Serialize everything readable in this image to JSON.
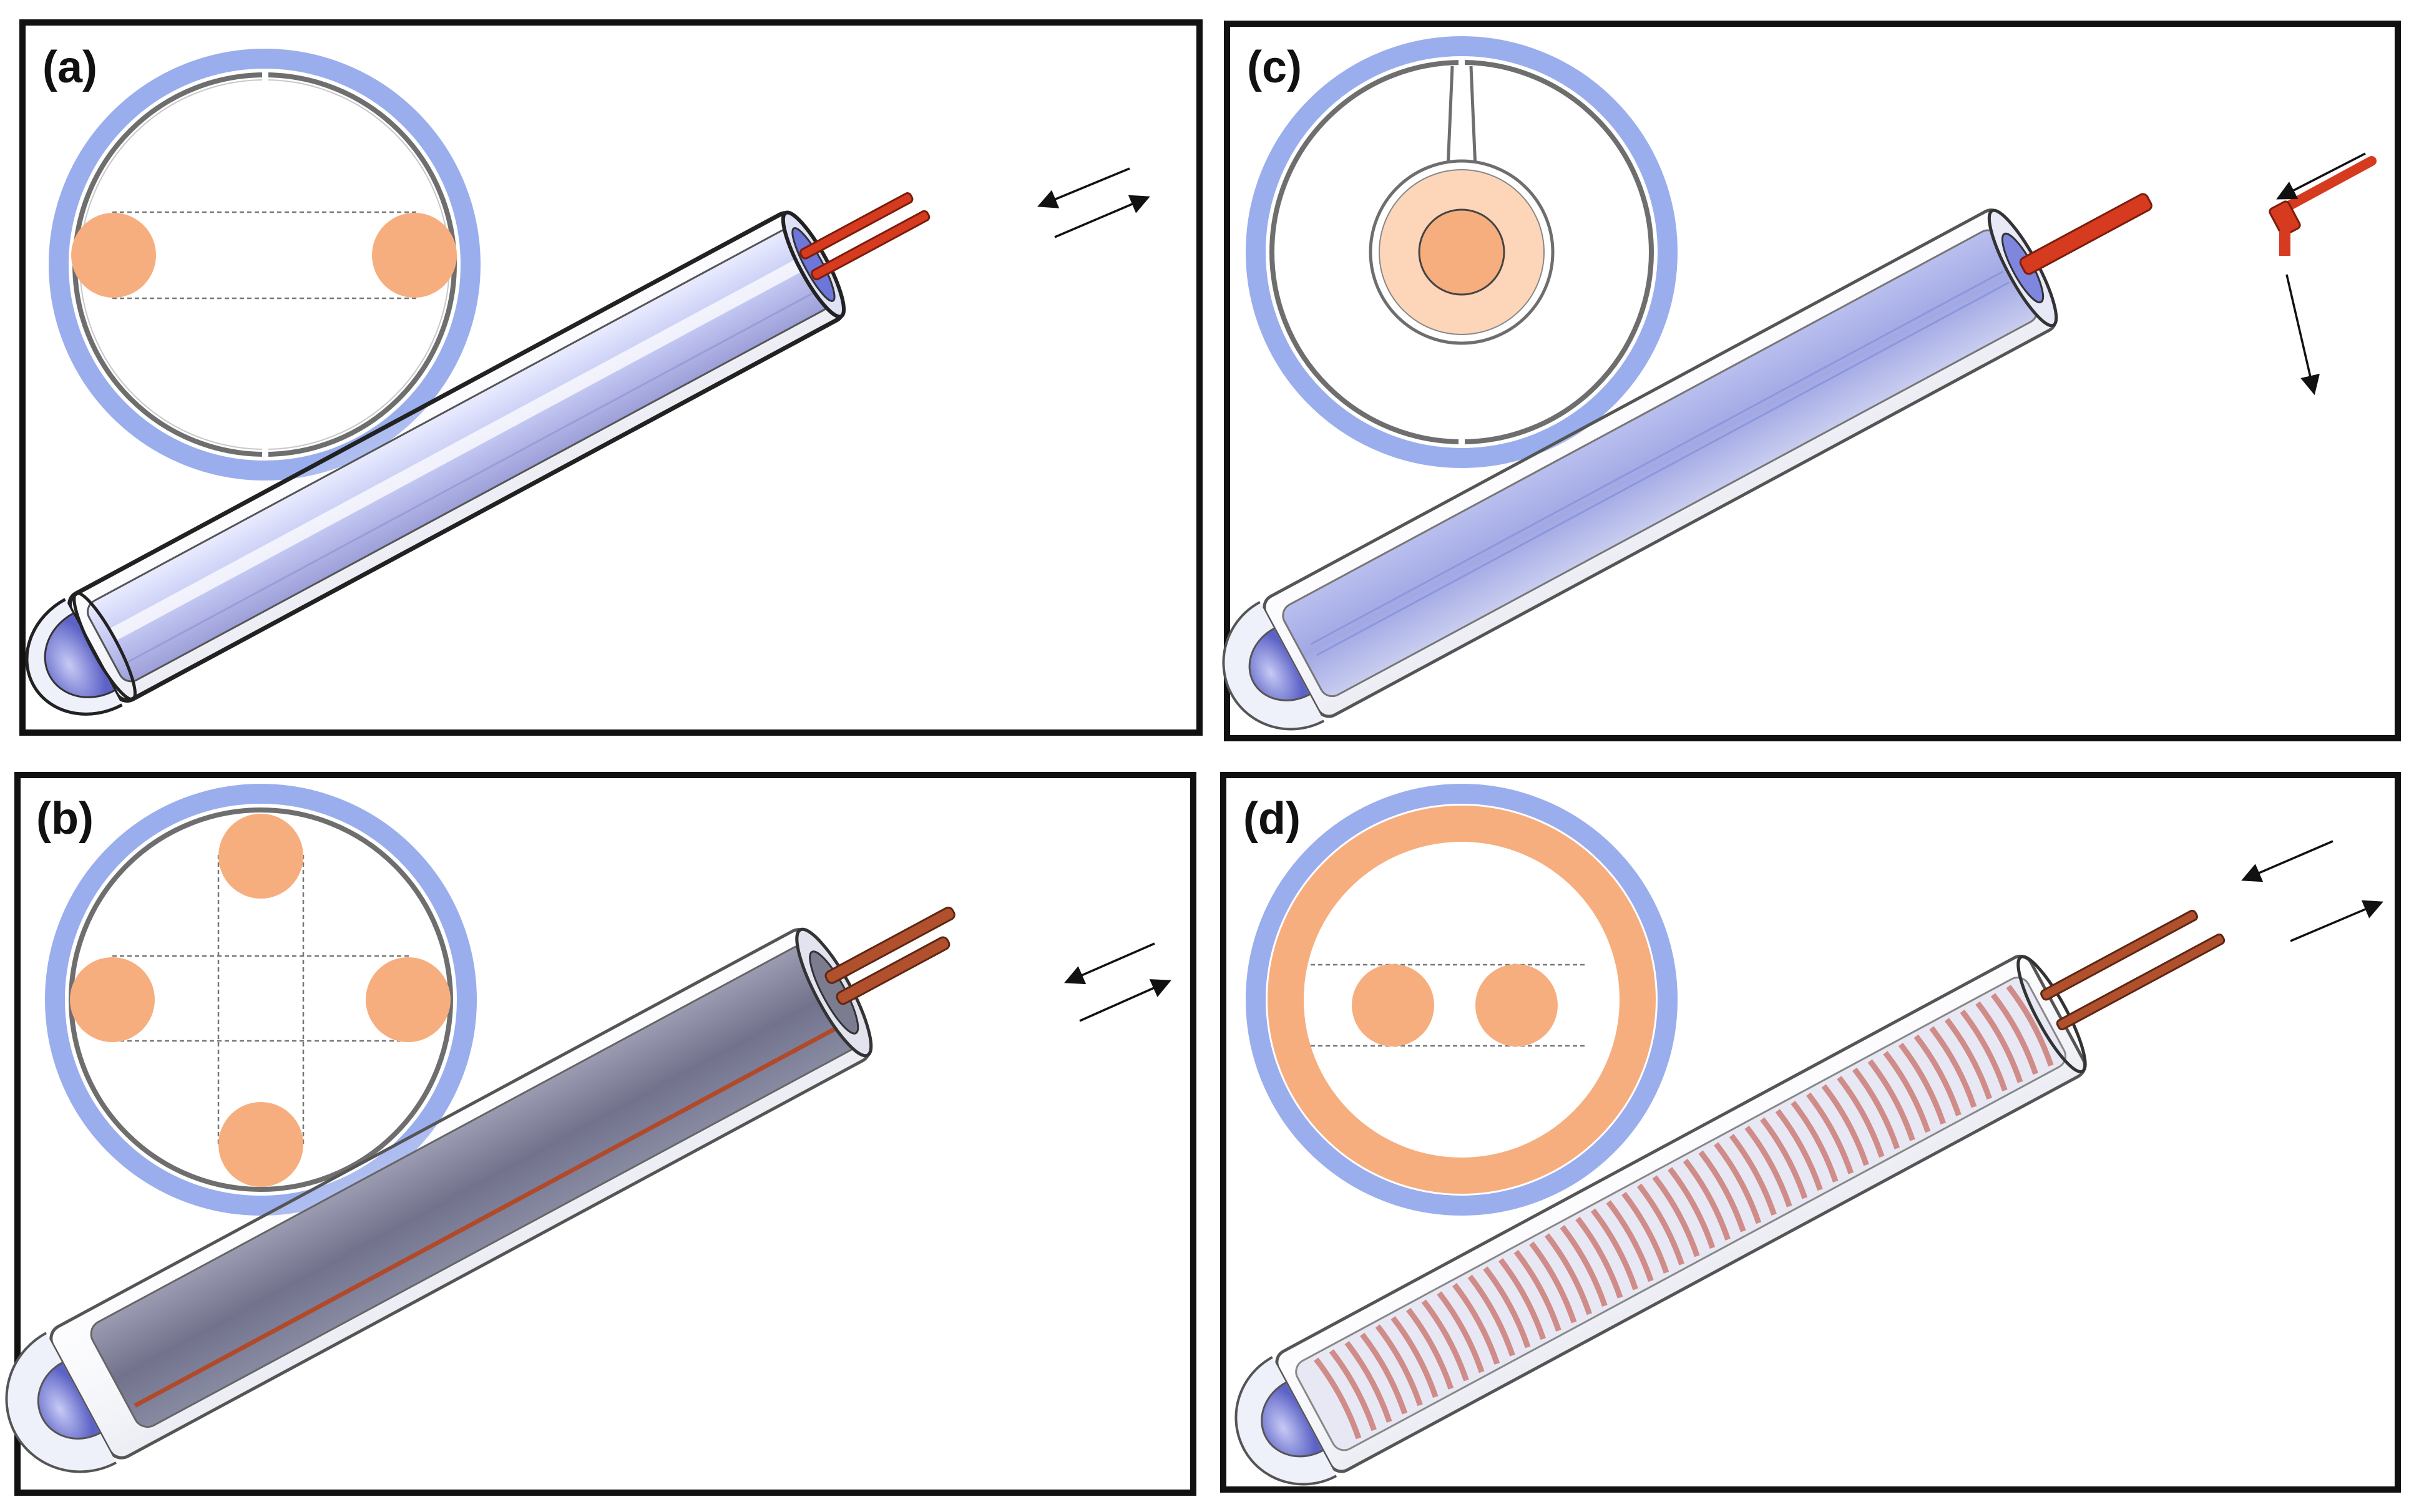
{
  "panels": [
    {
      "id": "a",
      "label": "(a)"
    },
    {
      "id": "b",
      "label": "(b)"
    },
    {
      "id": "c",
      "label": "(c)"
    },
    {
      "id": "d",
      "label": "(d)"
    }
  ],
  "colors": {
    "glass_blue": "#9aaeee",
    "tube_orange": "#f7ae7e",
    "frame_gray": "#6e6e6e",
    "frame": "#111111",
    "pipe_red": "#d63a1f",
    "pipe_copper": "#b0502c",
    "coil_pink": "#d08c88"
  }
}
